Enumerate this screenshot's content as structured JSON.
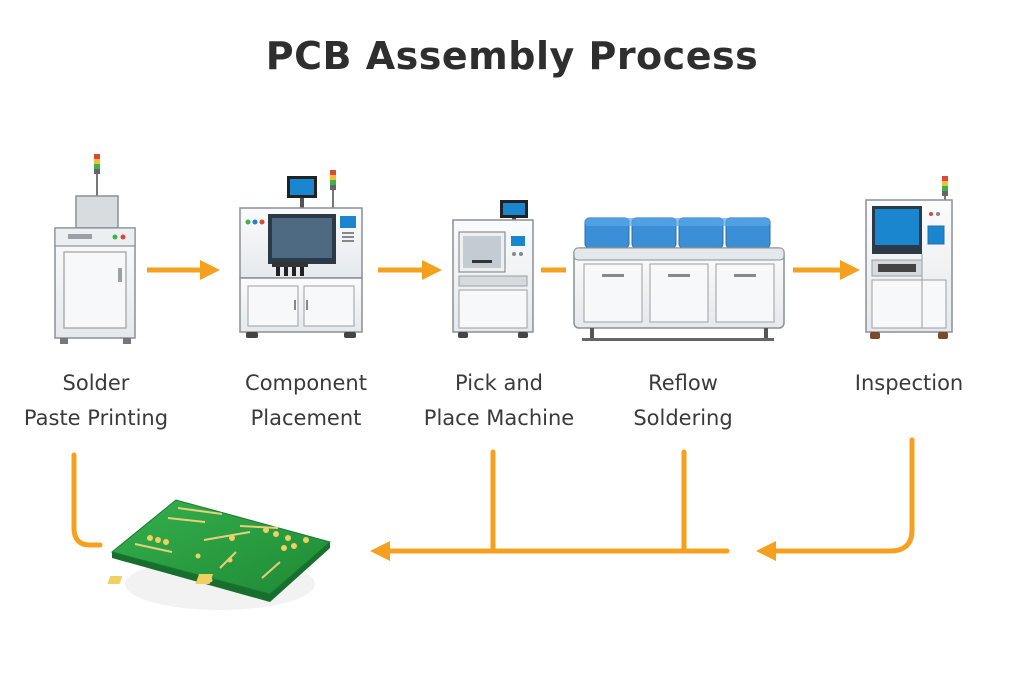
{
  "title": "PCB Assembly Process",
  "colors": {
    "arrow": "#f5a01f",
    "pcb_green": "#26a040",
    "pcb_pad": "#f0d060",
    "machine_body": "#f2f4f6",
    "machine_outline": "#8a9096",
    "screen": "#1a86d0",
    "reflow_cover": "#3b8fd6"
  },
  "steps": [
    {
      "line1": "Solder",
      "line2": "Paste Printing",
      "icon": "stencil-printer-icon"
    },
    {
      "line1": "Component",
      "line2": "Placement",
      "icon": "placement-machine-icon"
    },
    {
      "line1": "Pick and",
      "line2": "Place Machine",
      "icon": "pick-place-machine-icon"
    },
    {
      "line1": "Reflow",
      "line2": "Soldering",
      "icon": "reflow-oven-icon"
    },
    {
      "line1": "Inspection",
      "line2": "",
      "icon": "inspection-machine-icon"
    }
  ],
  "board_icon": "pcb-board-icon"
}
